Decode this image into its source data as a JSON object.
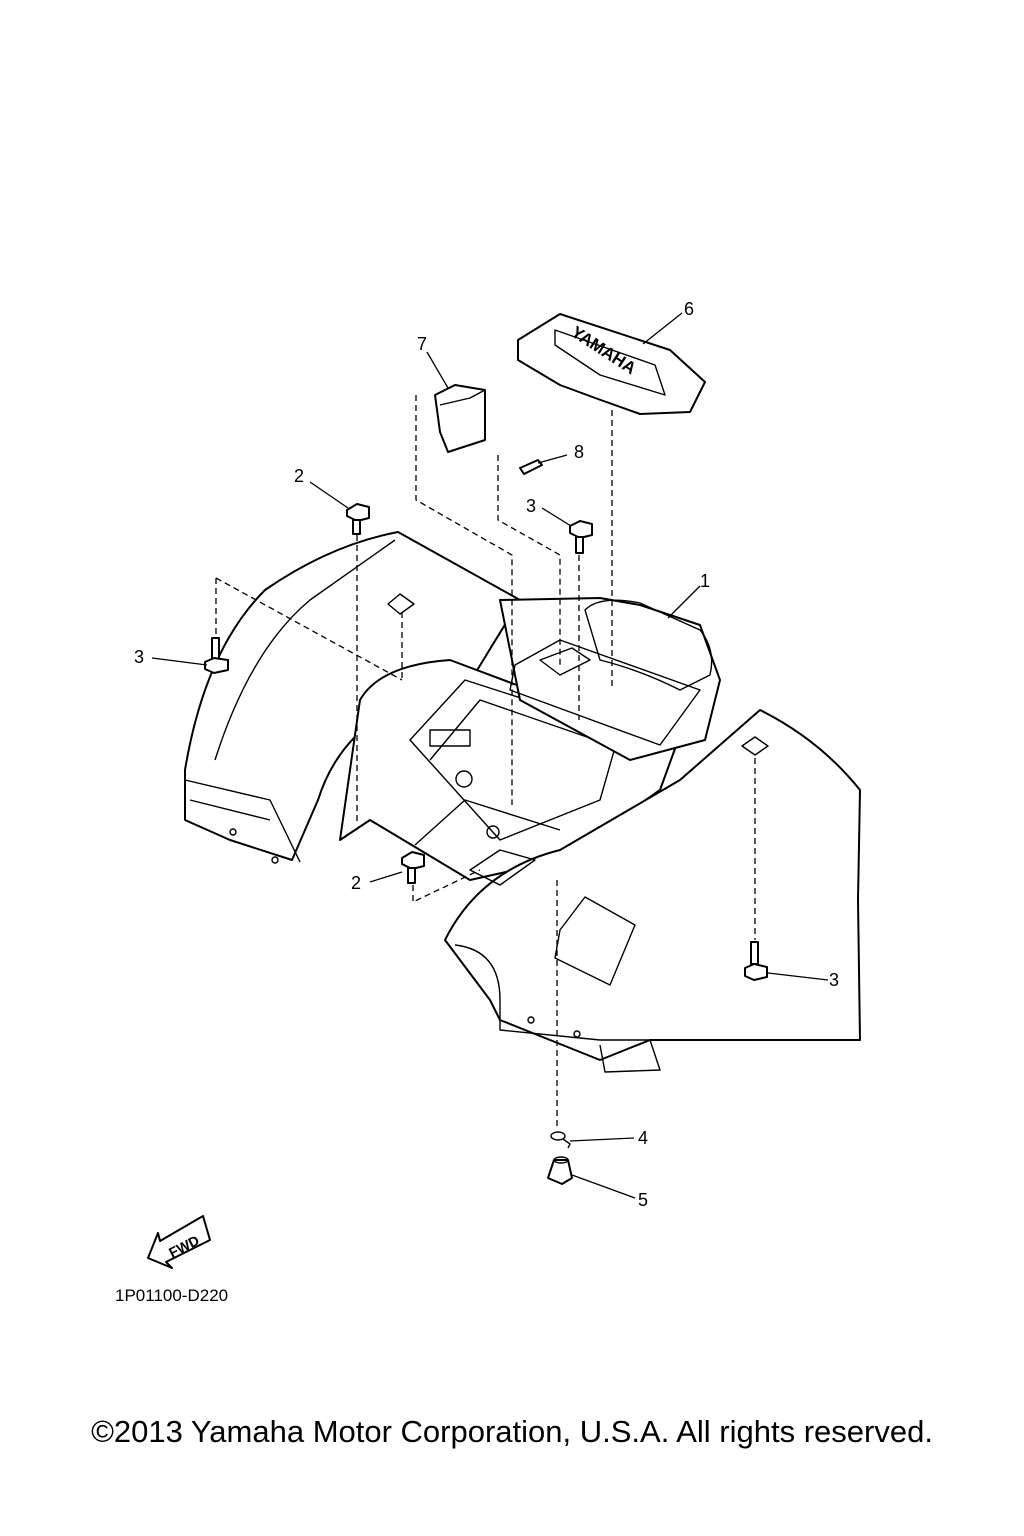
{
  "callouts": {
    "c1": "1",
    "c2_top": "2",
    "c2_bottom": "2",
    "c3_center": "3",
    "c3_left": "3",
    "c3_right": "3",
    "c4": "4",
    "c5": "5",
    "c6": "6",
    "c7": "7",
    "c8": "8"
  },
  "logo_text": "YAMAHA",
  "fwd_label": "FWD",
  "diagram_code": "1P01100-D220",
  "copyright": "©2013 Yamaha Motor Corporation, U.S.A. All rights reserved."
}
